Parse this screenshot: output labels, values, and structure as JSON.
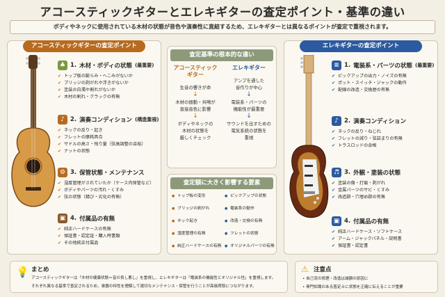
{
  "title": "アコースティックギターとエレキギターの査定ポイント・基準の違い",
  "subtitle": "ボディやネックに使用されている木材の状態が音色や演奏性に直結するため、エレキギターとは異なるポイントが査定で重視されます。",
  "colors": {
    "acoustic": "#b86a1e",
    "electric": "#2c5aa0",
    "middle": "#8c9a7a"
  },
  "left": {
    "header": "アコースティックギターの査定ポイント",
    "sections": [
      {
        "num": "1.",
        "title": "木材・ボディの状態",
        "note": "(最重要)",
        "icon": "tree-icon",
        "items": [
          "トップ板の膨らみ・へこみがないか",
          "ブリッジの剥がれや浮きがないか",
          "塗装の白濁や割れがないか",
          "木材の割れ・クラックの有無"
        ]
      },
      {
        "num": "2.",
        "title": "演奏コンディション",
        "note": "(構造重視)",
        "icon": "guitar-icon",
        "items": [
          "ネックの反り・起き",
          "フレットの摩耗具合",
          "サドルの高さ・残り量（弦高調整の余裕）",
          "ナットの状態"
        ]
      },
      {
        "num": "3.",
        "title": "保管状態・メンテナンス",
        "note": "",
        "icon": "gear-icon",
        "items": [
          "湿度管理がされていたか（ケース内保管など）",
          "ボディやパーツの汚れ・くすみ",
          "弦の状態（錆び・劣化の有無）"
        ]
      },
      {
        "num": "4.",
        "title": "付属品の有無",
        "note": "",
        "icon": "case-icon",
        "items": [
          "純正ハードケースの有無",
          "保証書・認定証・購入時書類",
          "その他純正付属品"
        ]
      }
    ]
  },
  "middle": {
    "header_top": "査定基準の根本的な違い",
    "acoustic": {
      "label": "アコースティック\nギター",
      "line1": "生音の響きが命",
      "line2": "木材の振動・共鳴が\n直接音色に影響",
      "line3": "ボディやネックの\n木材の状態を\n厳しくチェック"
    },
    "electric": {
      "label": "エレキギター",
      "line1": "アンプを通した\n音作りが中心",
      "line2": "電装系・パーツの\n機能性が最重要",
      "line3": "サウンドを出すための\n電気系統の状態を\n重視"
    },
    "header_bottom": "査定額に大きく影響する要素",
    "factors_acoustic": [
      "トップ板の変形",
      "ブリッジの剥がれ",
      "ネック起き",
      "湿度管理の有無",
      "純正ハードケースの有無"
    ],
    "factors_electric": [
      "ピックアップの状態",
      "電装系の動作",
      "改造・交換の有無",
      "フレットの状態",
      "オリジナルパーツの有無"
    ]
  },
  "right": {
    "header": "エレキギターの査定ポイント",
    "sections": [
      {
        "num": "1.",
        "title": "電装系・パーツの状態",
        "note": "(最重要)",
        "icon": "circuit-icon",
        "items": [
          "ピックアップの出力・ノイズの有無",
          "ポット・スイッチ・ジャックの動作",
          "配線の改造・交換歴の有無"
        ]
      },
      {
        "num": "2.",
        "title": "演奏コンディション",
        "note": "",
        "icon": "guitar-icon",
        "items": [
          "ネックの反り・ねじれ",
          "フレットの減り・弦詰まりの有無",
          "トラスロッドの余格"
        ]
      },
      {
        "num": "3.",
        "title": "外観・塗装の状態",
        "note": "",
        "icon": "guitar-body-icon",
        "items": [
          "塗装の傷・打痕・剥がれ",
          "金属パーツのサビ・くすみ",
          "改造跡・穴埋め跡の有無"
        ]
      },
      {
        "num": "4.",
        "title": "付属品の有無",
        "note": "",
        "icon": "case-icon",
        "items": [
          "純正ハードケース・ソフトケース",
          "アーム・ジャックパネル・説明書",
          "保証書・認定書"
        ]
      }
    ]
  },
  "summary": {
    "title": "まとめ",
    "line1": "アコースティックギターは「木材の健康状態＝音の良し悪し」を重視し、エレキギターは「電装系の機能性とオリジナル性」を重視します。",
    "line2": "それぞれ異なる基準で査定されるため、楽器の特性を理解して適切なメンテナンス・保管を行うことが高価買取につながります。"
  },
  "notes": {
    "title": "注意点",
    "items": [
      "自己流の修理・改造は減額の原因に",
      "専門知識のある査定士に状態を正確に伝えることが重要"
    ]
  }
}
